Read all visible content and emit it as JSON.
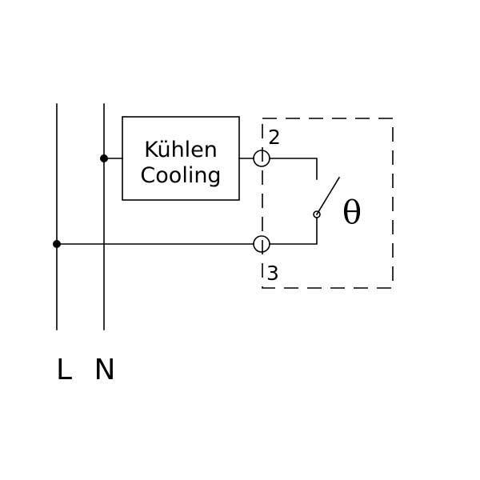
{
  "diagram": {
    "conductor_l_label": "L",
    "conductor_n_label": "N",
    "load_box": {
      "line1": "Kühlen",
      "line2": "Cooling"
    },
    "terminals": {
      "upper": "2",
      "lower": "3"
    },
    "thermostat_symbol": "θ"
  }
}
